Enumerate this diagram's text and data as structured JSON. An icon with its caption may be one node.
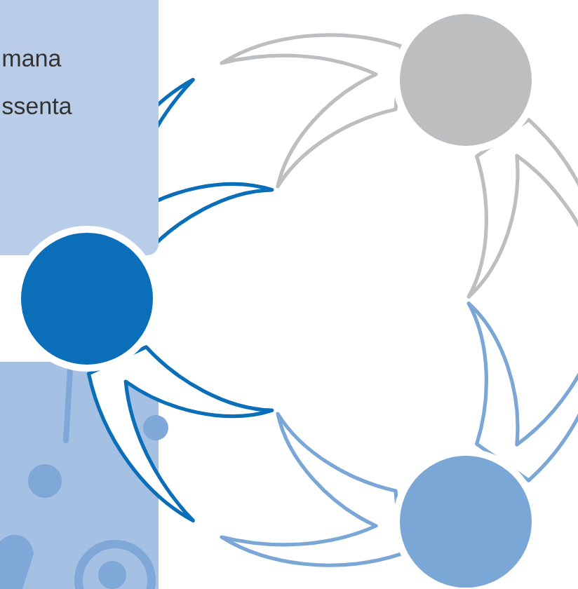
{
  "diagram": {
    "nodes": [
      {
        "text": [
          "mana ssenta"
        ]
      },
      {
        "text": [],
        "shape": "circle"
      },
      {
        "text": [],
        "shape": "circle"
      },
      {
        "text": [],
        "shape": "circle"
      }
    ]
  }
}
